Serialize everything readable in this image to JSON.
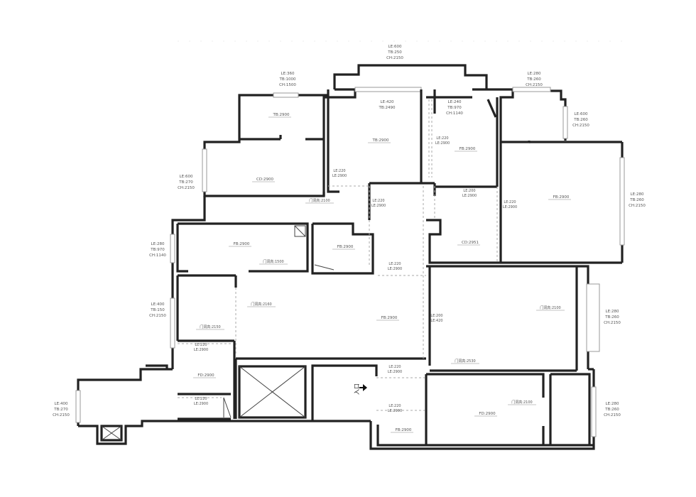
{
  "window_labels": [
    {
      "id": "w-top-center",
      "lines": [
        "LE:600",
        "TB:250",
        "CH:2150"
      ]
    },
    {
      "id": "w-top-left",
      "lines": [
        "LE:360",
        "TB:1000",
        "CH:1500"
      ]
    },
    {
      "id": "w-top-right",
      "lines": [
        "LE:280",
        "TB:260",
        "CH:2150"
      ]
    },
    {
      "id": "w-right-top",
      "lines": [
        "LE:600",
        "TB:260",
        "CH:2150"
      ]
    },
    {
      "id": "w-left-upper",
      "lines": [
        "LE:600",
        "TB:270",
        "CH:2150"
      ]
    },
    {
      "id": "w-right-upper",
      "lines": [
        "LE:280",
        "TB:260",
        "CH:2150"
      ]
    },
    {
      "id": "w-left-mid",
      "lines": [
        "LE:280",
        "TB:970",
        "CH:1140"
      ]
    },
    {
      "id": "w-left-lower",
      "lines": [
        "LE:400",
        "TB:150",
        "CH:2150"
      ]
    },
    {
      "id": "w-right-mid",
      "lines": [
        "LE:280",
        "TB:260",
        "CH:2150"
      ]
    },
    {
      "id": "w-far-left",
      "lines": [
        "LE:400",
        "TB:270",
        "CH:2150"
      ]
    },
    {
      "id": "w-right-bottom",
      "lines": [
        "LE:280",
        "TB:260",
        "CH:2150"
      ]
    },
    {
      "id": "w-room-mid",
      "lines": [
        "LE:420",
        "TB:2490"
      ]
    },
    {
      "id": "w-room-small",
      "lines": [
        "LE:240",
        "TB:970",
        "CH:1140"
      ]
    }
  ],
  "room_labels": [
    {
      "id": "r1",
      "text": "TB:2900"
    },
    {
      "id": "r2",
      "text": "TB:2900"
    },
    {
      "id": "r3",
      "text": "FB:2900"
    },
    {
      "id": "r4",
      "text": "CD:2900"
    },
    {
      "id": "r5",
      "text": "FB:2900"
    },
    {
      "id": "r6",
      "text": "FB:2900"
    },
    {
      "id": "r7",
      "text": "FB:2900"
    },
    {
      "id": "r8",
      "text": "CD:2951"
    },
    {
      "id": "r9",
      "text": "FB:2900"
    },
    {
      "id": "r10",
      "text": "FD:2900"
    },
    {
      "id": "r11",
      "text": "FD:2900"
    },
    {
      "id": "r12",
      "text": "FB:2900"
    }
  ],
  "door_labels": [
    {
      "id": "d1",
      "lines": [
        "LE:220",
        "LE:2900"
      ]
    },
    {
      "id": "d2",
      "text": "门洞高:2100"
    },
    {
      "id": "d3",
      "lines": [
        "LE:220",
        "LE:2900"
      ]
    },
    {
      "id": "d4",
      "lines": [
        "LE:200",
        "LE:2900"
      ]
    },
    {
      "id": "d5",
      "lines": [
        "LE:220",
        "LE:2900"
      ]
    },
    {
      "id": "d6",
      "lines": [
        "LE:220",
        "LE:2900"
      ]
    },
    {
      "id": "d7",
      "text": "门洞高:1500"
    },
    {
      "id": "d8",
      "lines": [
        "LE:220",
        "LE:2900"
      ]
    },
    {
      "id": "d9",
      "text": "门洞高:2160"
    },
    {
      "id": "d10",
      "text": "门洞高:2100"
    },
    {
      "id": "d11",
      "lines": [
        "LE:200",
        "LE:420"
      ]
    },
    {
      "id": "d12",
      "text": "门洞高:2150"
    },
    {
      "id": "d13",
      "lines": [
        "LE:220",
        "LE:2900"
      ]
    },
    {
      "id": "d14",
      "text": "门洞高:2530"
    },
    {
      "id": "d15",
      "lines": [
        "LE:220",
        "LE:2900"
      ]
    },
    {
      "id": "d16",
      "lines": [
        "LE:220",
        "LE:2900"
      ]
    },
    {
      "id": "d17",
      "lines": [
        "LE:220",
        "LE:2900"
      ]
    },
    {
      "id": "d18",
      "text": "门洞高:2100"
    }
  ],
  "entrance_label": "入口",
  "colors": {
    "wall": "#222222",
    "window": "#999999",
    "text": "#555555",
    "background": "#ffffff"
  }
}
